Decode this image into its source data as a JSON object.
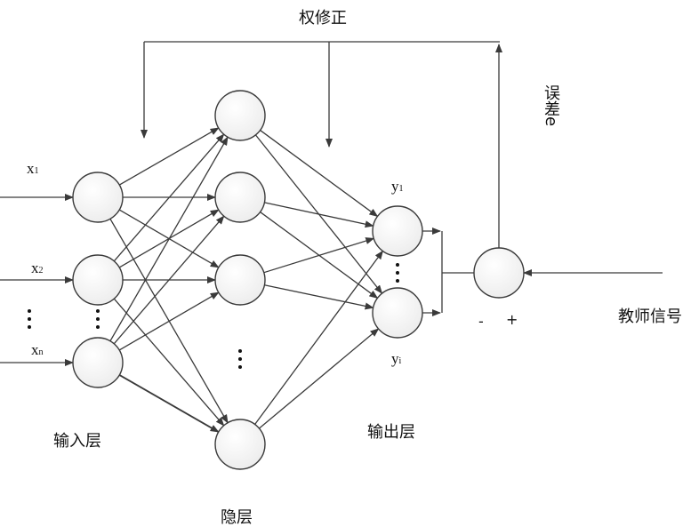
{
  "title": "权修正",
  "error_label": "误差e",
  "teacher_signal": "教师信号",
  "input_layer": "输入层",
  "hidden_layer": "隐层",
  "output_layer": "输出层",
  "minus": "-",
  "plus": "+",
  "inputs": [
    {
      "base": "x",
      "sub": "1"
    },
    {
      "base": "x",
      "sub": "2"
    },
    {
      "base": "x",
      "sub": "n"
    }
  ],
  "outputs": [
    {
      "base": "y",
      "sub": "1"
    },
    {
      "base": "y",
      "sub": "i"
    }
  ],
  "colors": {
    "stroke": "#3a3a3a",
    "node_fill": "#f2f2f2"
  }
}
